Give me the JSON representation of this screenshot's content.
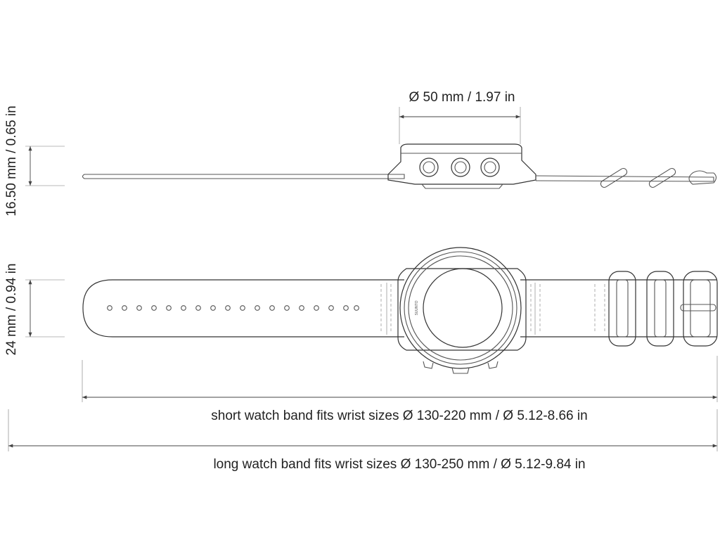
{
  "dimensions": {
    "case_diameter": "Ø 50 mm / 1.97 in",
    "case_height": "16.50 mm / 0.65 in",
    "band_width": "24 mm / 0.94 in",
    "short_band": "short watch band fits wrist sizes Ø 130-220 mm / Ø 5.12-8.66 in",
    "long_band": "long watch band fits wrist sizes Ø 130-250 mm / Ø 5.12-9.84 in"
  },
  "watch": {
    "brand_mark": "SUUNTO"
  },
  "colors": {
    "line": "#555555",
    "text": "#222222"
  }
}
